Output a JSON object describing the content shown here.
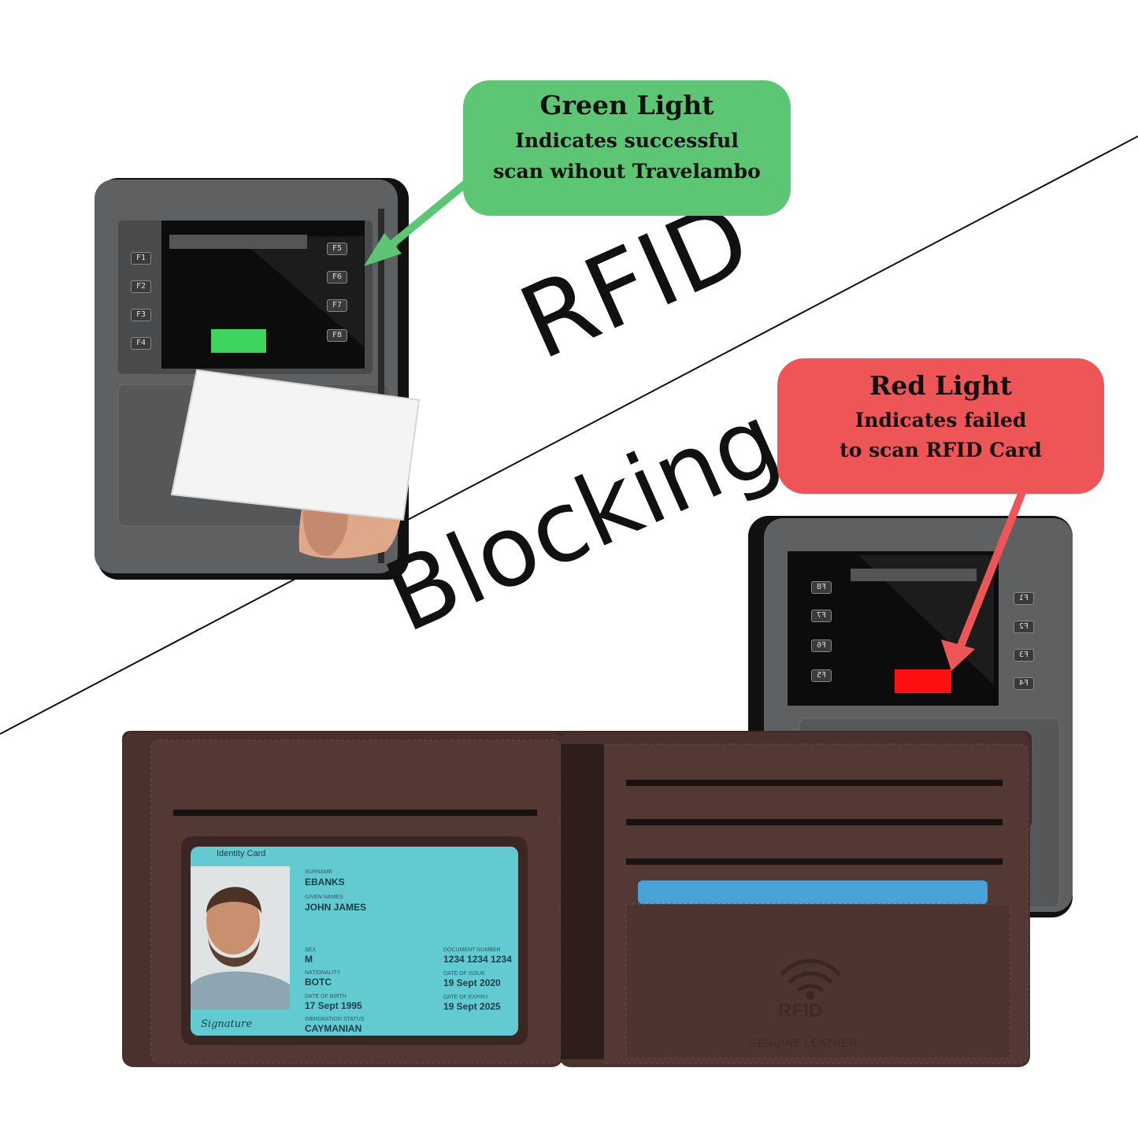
{
  "headline": {
    "word1": "RFID",
    "word2": "Blocking"
  },
  "green_callout": {
    "title": "Green Light",
    "line1": "Indicates successful",
    "line2": "scan wihout Travelambo",
    "color": "#5cc674"
  },
  "red_callout": {
    "title": "Red Light",
    "line1": "Indicates failed",
    "line2": "to scan RFID Card",
    "color": "#ee5556"
  },
  "reader_top": {
    "keys_left": [
      "F1",
      "F2",
      "F3",
      "F4"
    ],
    "keys_right": [
      "F5",
      "F6",
      "F7",
      "F8"
    ],
    "indicator_color": "#3cd45a"
  },
  "reader_bottom": {
    "keys_left": [
      "F8",
      "F7",
      "F6",
      "F5"
    ],
    "keys_right": [
      "F1",
      "F2",
      "F3",
      "F4"
    ],
    "indicator_color": "#ff0f0f"
  },
  "id_card": {
    "header": "Identity Card",
    "surname_label": "SURNAME",
    "surname": "EBANKS",
    "given_label": "GIVEN NAMES",
    "given": "JOHN JAMES",
    "sex_label": "SEX",
    "sex": "M",
    "nationality_label": "NATIONALITY",
    "nationality": "BOTC",
    "dob_label": "DATE OF BIRTH",
    "dob": "17 Sept 1995",
    "immigration_label": "IMMIGRATION STATUS",
    "immigration": "CAYMANIAN",
    "docnum_label": "DOCUMENT NUMBER",
    "docnum": "1234 1234 1234",
    "issue_label": "DATE OF ISSUE",
    "issue": "19 Sept 2020",
    "expiry_label": "DATE OF EXPIRY",
    "expiry": "19 Sept 2025",
    "signature": "Signature"
  },
  "wallet": {
    "brand": "RFID",
    "material": "GENUINE LEATHER",
    "leather_color": "#4a312d"
  }
}
